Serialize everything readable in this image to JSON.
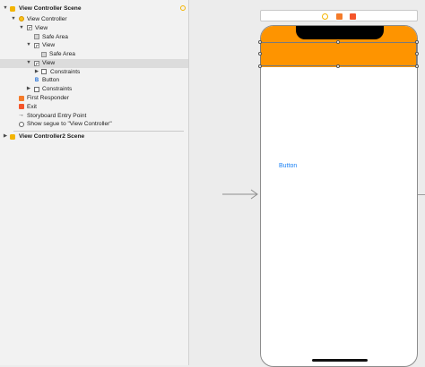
{
  "outline": {
    "rows": [
      {
        "label": "View Controller Scene",
        "icon": "scene-icon"
      },
      {
        "label": "View Controller",
        "icon": "view-controller-icon"
      },
      {
        "label": "View",
        "icon": "view-icon"
      },
      {
        "label": "Safe Area",
        "icon": "safe-area-icon"
      },
      {
        "label": "View",
        "icon": "view-icon"
      },
      {
        "label": "Safe Area",
        "icon": "safe-area-icon"
      },
      {
        "label": "View",
        "icon": "view-icon"
      },
      {
        "label": "Constraints",
        "icon": "constraints-icon"
      },
      {
        "label": "Button",
        "icon": "button-icon"
      },
      {
        "label": "Constraints",
        "icon": "constraints-icon"
      },
      {
        "label": "First Responder",
        "icon": "first-responder-icon"
      },
      {
        "label": "Exit",
        "icon": "exit-icon"
      },
      {
        "label": "Storyboard Entry Point",
        "icon": "entry-point-arrow-icon"
      },
      {
        "label": "Show segue to \"View Controller\"",
        "icon": "segue-icon"
      },
      {
        "label": "View Controller2 Scene",
        "icon": "scene-icon"
      }
    ],
    "button_glyph": "B"
  },
  "canvas": {
    "button_label": "Button",
    "orange_view_color": "#fe9400",
    "button_color": "#1a80f5"
  }
}
